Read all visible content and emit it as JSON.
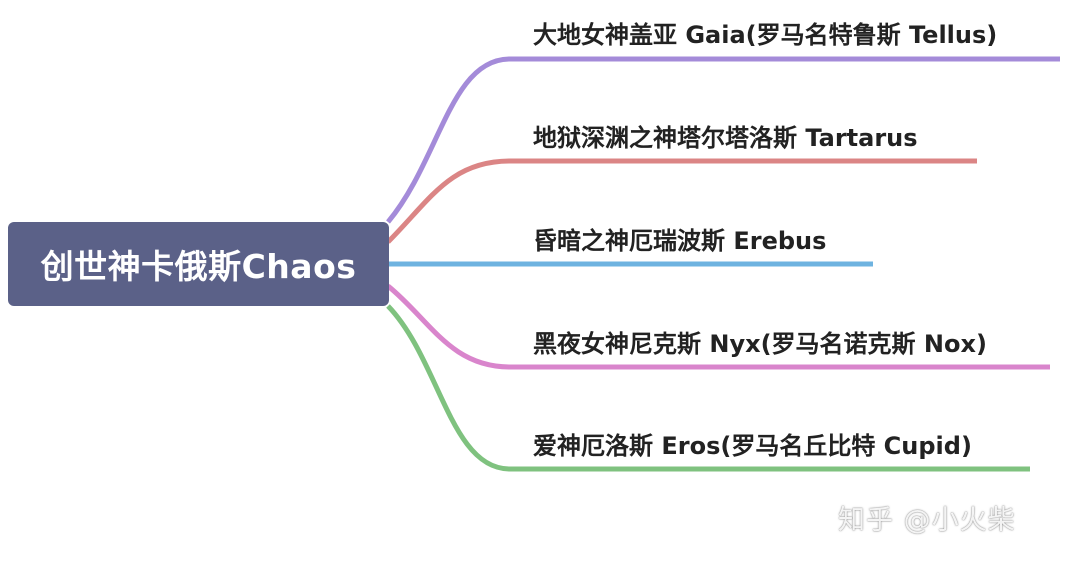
{
  "root": {
    "label": "创世神卡俄斯Chaos"
  },
  "branches": [
    {
      "label": "大地女神盖亚 Gaia(罗马名特鲁斯 Tellus)",
      "color": "#a48bd9"
    },
    {
      "label": "地狱深渊之神塔尔塔洛斯 Tartarus",
      "color": "#db8585"
    },
    {
      "label": "昏暗之神厄瑞波斯 Erebus",
      "color": "#6eb3e0"
    },
    {
      "label": "黑夜女神尼克斯 Nyx(罗马名诺克斯 Nox)",
      "color": "#d985cc"
    },
    {
      "label": "爱神厄洛斯 Eros(罗马名丘比特 Cupid)",
      "color": "#7fc27f"
    }
  ],
  "watermark": "知乎 @小火柴"
}
